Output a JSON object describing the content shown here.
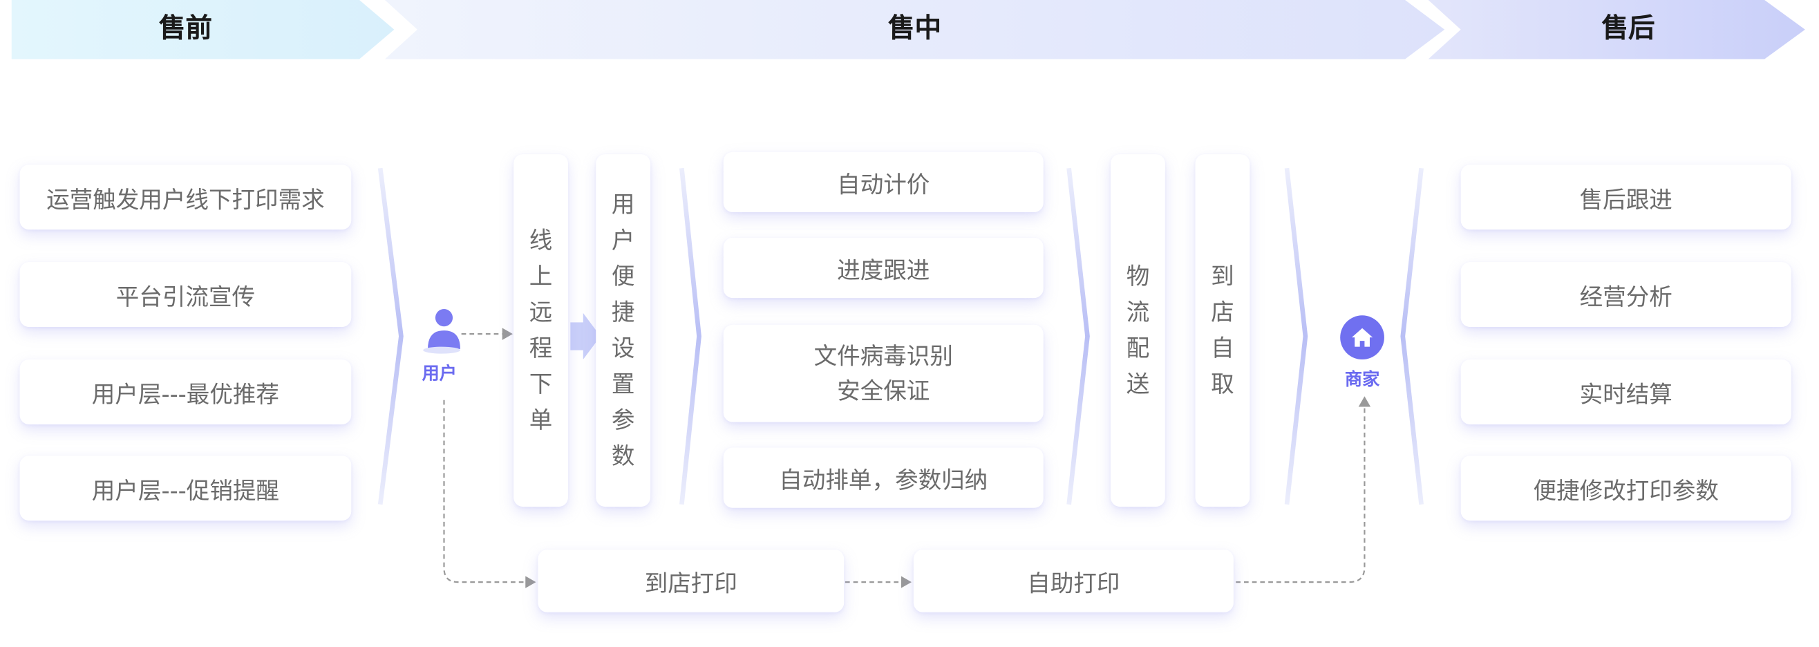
{
  "stages": {
    "pre": "售前",
    "mid": "售中",
    "post": "售后"
  },
  "pre_sale": {
    "items": [
      "运营触发用户线下打印需求",
      "平台引流宣传",
      "用户层---最优推荐",
      "用户层---促销提醒"
    ]
  },
  "user_node": {
    "label": "用户",
    "icon": "user-icon"
  },
  "merchant_node": {
    "label": "商家",
    "icon": "home-icon"
  },
  "mid_sale": {
    "online_order": "线上远程下单",
    "set_params": "用户便捷设置参数",
    "services": [
      "自动计价",
      "进度跟进",
      "文件病毒识别\n安全保证",
      "自动排单，参数归纳"
    ],
    "logistics": "物流配送",
    "pickup": "到店自取",
    "store_print": "到店打印",
    "self_print": "自助打印"
  },
  "post_sale": {
    "items": [
      "售后跟进",
      "经营分析",
      "实时结算",
      "便捷修改打印参数"
    ]
  },
  "colors": {
    "accent": "#6b6bf0",
    "text": "#6b6b6b",
    "banner_start": "#e2f4fc",
    "banner_end": "#ccd2fa"
  }
}
